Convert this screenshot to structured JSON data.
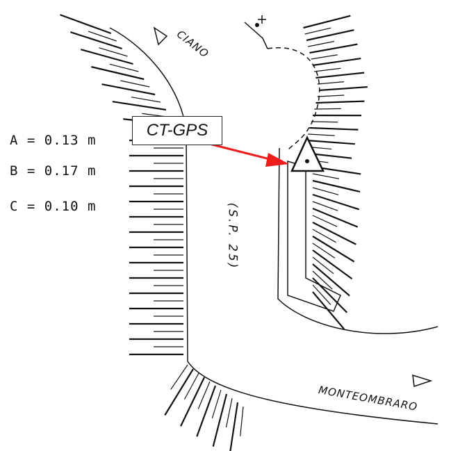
{
  "dimensions": {
    "a": "A = 0.13 m",
    "b": "B = 0.17 m",
    "c": "C = 0.10 m"
  },
  "station_label": "CT-GPS",
  "roads": {
    "ciano": "CIANO",
    "sp": "(S.P. 25)",
    "monteombraro": "MONTEOMBRARO"
  },
  "icons": {
    "station": "triangle-survey-marker-icon",
    "direction": "triangle-direction-icon",
    "pointer": "red-arrow-icon",
    "benchmark": "cross-mark-icon"
  },
  "colors": {
    "arrow": "#ee1c1c",
    "lines": "#111111"
  }
}
